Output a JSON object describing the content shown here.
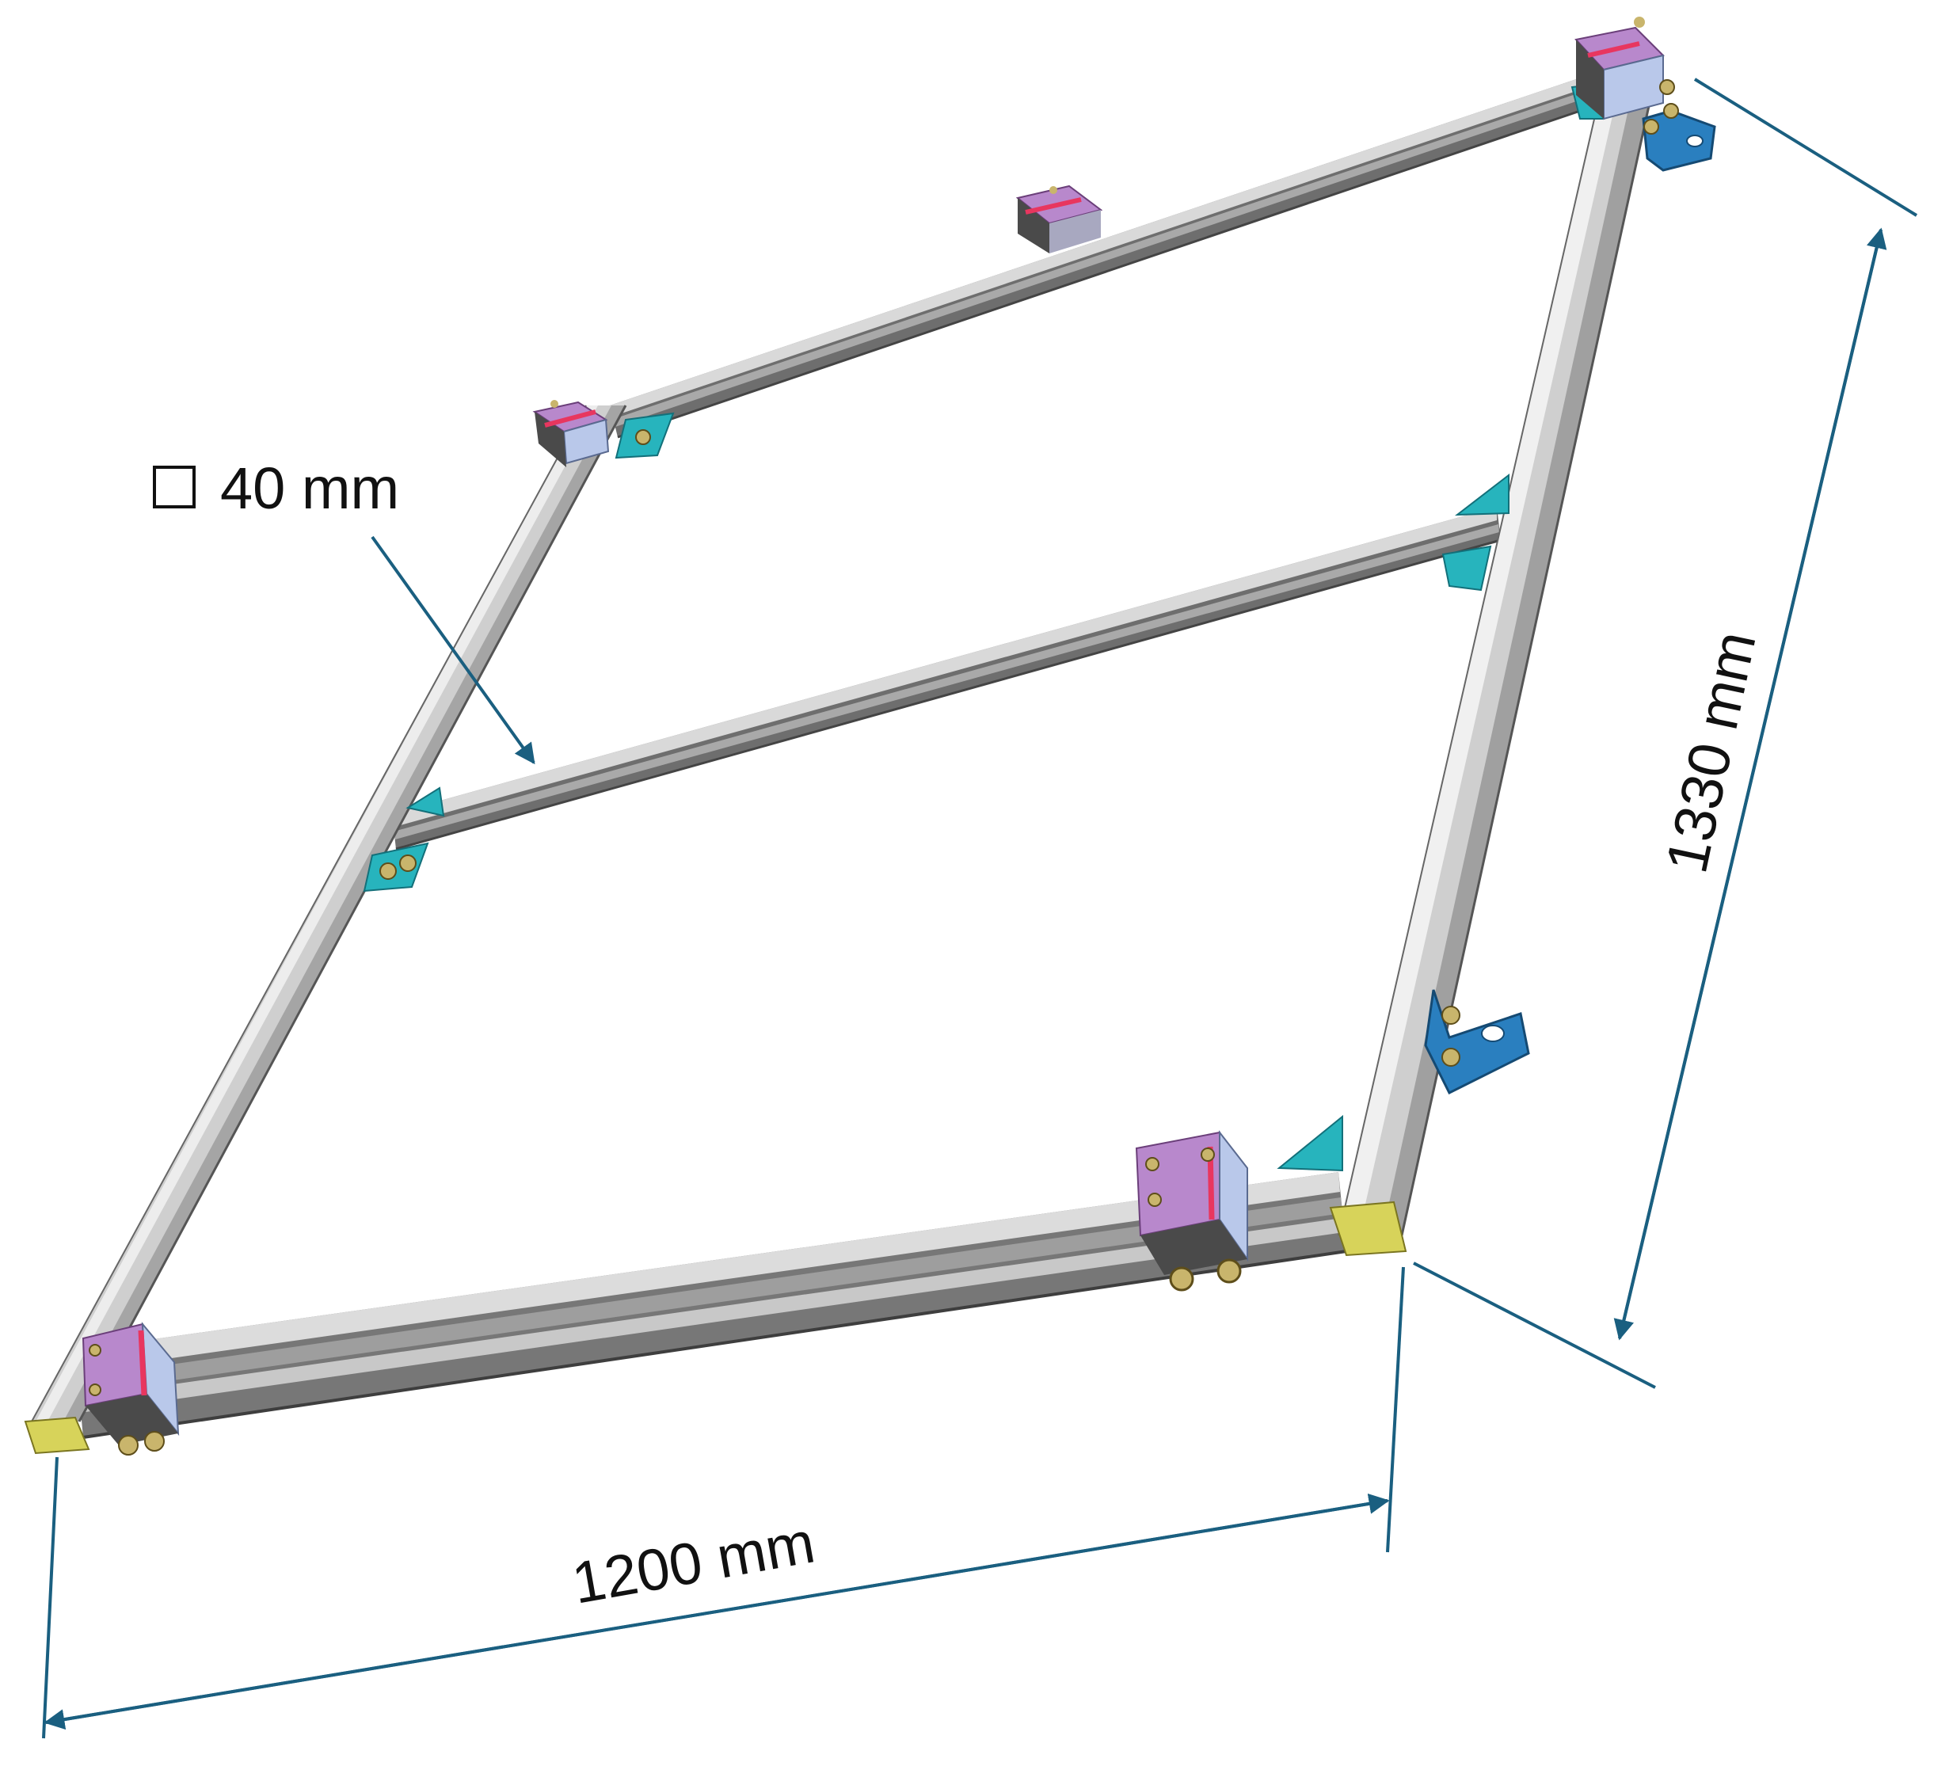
{
  "labels": {
    "profile_size": "40 mm",
    "width": "1200 mm",
    "length": "1330 mm"
  },
  "colors": {
    "dimension_line": "#1a5f80",
    "profile_light": "#d9d9d9",
    "profile_mid": "#a9a9a9",
    "profile_dark": "#6e6e6e",
    "bracket_cyan": "#27b4bd",
    "bracket_blue": "#2a7fbf",
    "block_purple": "#b888cc",
    "block_side": "#b9c8ea",
    "block_dark": "#4a4a4a",
    "stripe_red": "#e8365f",
    "end_cap_yellow": "#d7d35a",
    "bolt_gold": "#c9b56c"
  },
  "icons": {
    "profile_symbol": "square-section-icon"
  }
}
